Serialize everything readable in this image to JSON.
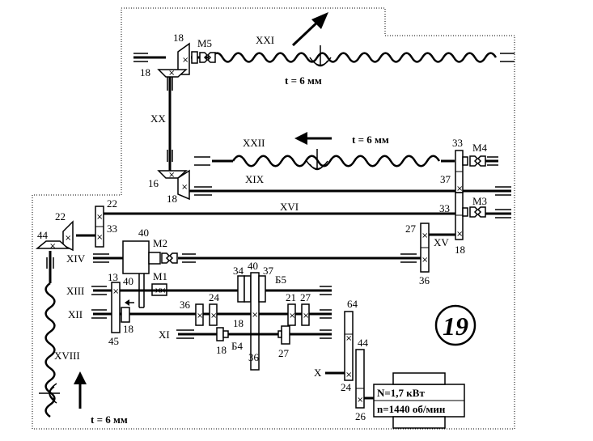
{
  "shafts": {
    "XXI": "XXI",
    "XXII": "XXII",
    "XX": "XX",
    "XIX": "XIX",
    "XVI": "XVI",
    "XV": "XV",
    "XIV": "XIV",
    "XIII": "XIII",
    "XII": "XII",
    "XI": "XI",
    "X": "X",
    "XVIII": "XVIII"
  },
  "clutches": {
    "M5": "M5",
    "M4": "M4",
    "M3": "M3",
    "M2": "M2",
    "M1": "M1",
    "B5": "Б5",
    "B4": "Б4"
  },
  "pitch": {
    "top": "t = 6 мм",
    "middle": "t = 6 мм",
    "bottom": "t = 6 мм"
  },
  "teeth": {
    "bevel_top_a": "18",
    "bevel_top_b": "18",
    "bevel_mid_a": "16",
    "bevel_mid_b": "18",
    "g33a": "33",
    "g37": "37",
    "g33b": "33",
    "g18xv": "18",
    "g27": "27",
    "g36xv": "36",
    "g22a": "22",
    "g33c": "33",
    "bevel_left_a": "22",
    "bevel_left_b": "44",
    "g40a": "40",
    "g40b": "40",
    "g13": "13",
    "g18a": "18",
    "g45": "45",
    "g34": "34",
    "g40c": "40",
    "g37b": "37",
    "g36a": "36",
    "g24a": "24",
    "g18b": "18",
    "g21": "21",
    "g27b": "27",
    "g18c": "18",
    "g36b": "36",
    "g27c": "27",
    "g64": "64",
    "g44": "44",
    "g24b": "24",
    "g26": "26"
  },
  "motor": {
    "power": "N=1,7 кВт",
    "speed": "n=1440 об/мин"
  },
  "figure_number": "19"
}
